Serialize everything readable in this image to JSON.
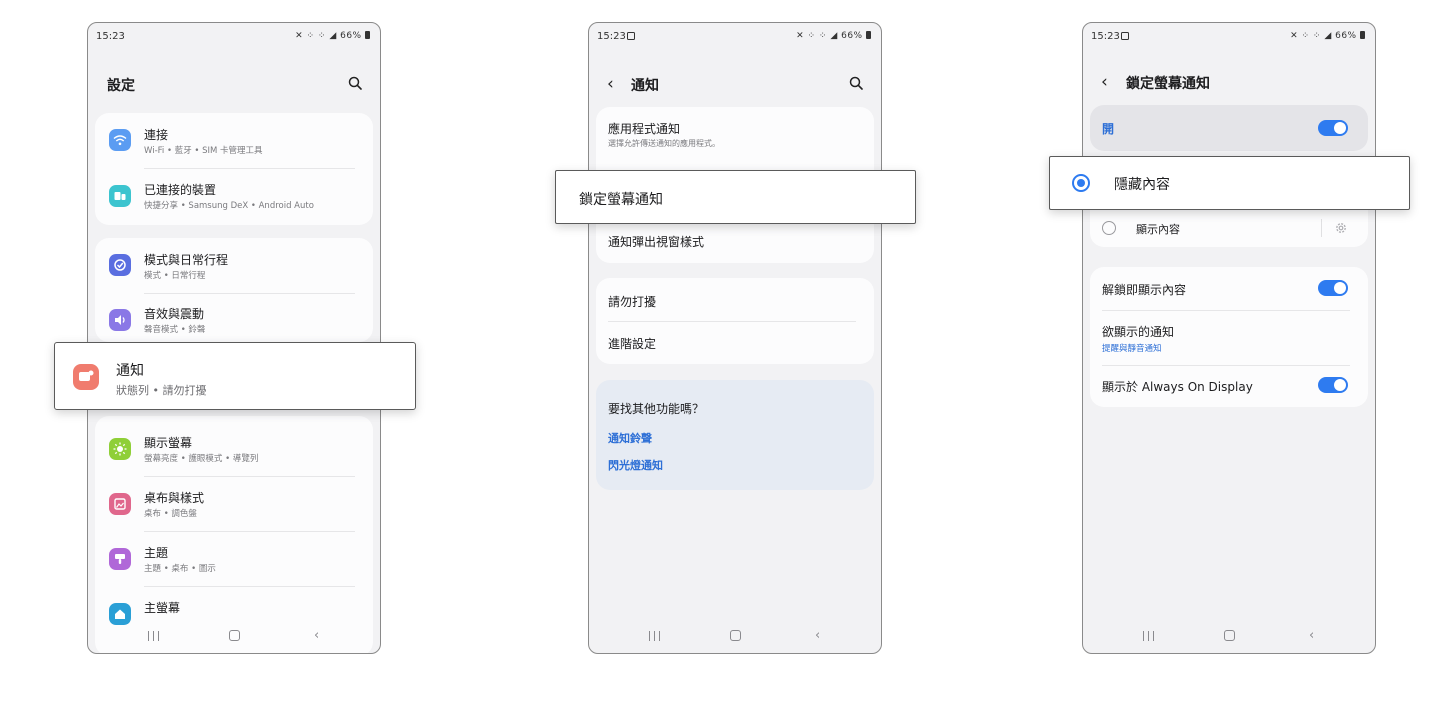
{
  "colors": {
    "accent": "#2e7bf0",
    "link": "#2d6fd6",
    "background": "#f2f2f4",
    "card": "#fcfcfd"
  },
  "screen1": {
    "status": {
      "time": "15:23",
      "right": "66%"
    },
    "title": "設定",
    "items": [
      {
        "icon": "wifi-icon",
        "label": "連接",
        "sub": "Wi-Fi • 藍牙 • SIM 卡管理工具"
      },
      {
        "icon": "connected-devices-icon",
        "label": "已連接的裝置",
        "sub": "快捷分享 • Samsung DeX • Android Auto"
      },
      {
        "icon": "modes-routines-icon",
        "label": "模式與日常行程",
        "sub": "模式 • 日常行程"
      },
      {
        "icon": "sound-icon",
        "label": "音效與震動",
        "sub": "聲音模式 • 鈴聲"
      },
      {
        "icon": "notification-icon",
        "label": "通知",
        "sub": "狀態列 • 請勿打擾"
      },
      {
        "icon": "display-icon",
        "label": "顯示螢幕",
        "sub": "螢幕亮度 • 護眼模式 • 導覽列"
      },
      {
        "icon": "wallpaper-icon",
        "label": "桌布與樣式",
        "sub": "桌布 • 調色盤"
      },
      {
        "icon": "themes-icon",
        "label": "主題",
        "sub": "主題 • 桌布 • 圖示"
      },
      {
        "icon": "home-screen-icon",
        "label": "主螢幕",
        "sub": ""
      }
    ]
  },
  "screen2": {
    "status": {
      "time": "15:23",
      "right": "66%"
    },
    "title": "通知",
    "app_notifications": {
      "label": "應用程式通知",
      "sub": "選擇允許傳送通知的應用程式。"
    },
    "lock_screen": {
      "label": "鎖定螢幕通知"
    },
    "popup_style": {
      "label": "通知彈出視窗樣式"
    },
    "dnd": {
      "label": "請勿打擾"
    },
    "advanced": {
      "label": "進階設定"
    },
    "looking": {
      "title": "要找其他功能嗎？",
      "links": [
        "通知鈴聲",
        "閃光燈通知"
      ]
    }
  },
  "screen3": {
    "status": {
      "time": "15:23",
      "right": "66%"
    },
    "title": "鎖定螢幕通知",
    "master": {
      "label": "開",
      "on": true
    },
    "hide_content": {
      "label": "隱藏內容",
      "selected": true
    },
    "show_content": {
      "label": "顯示內容",
      "selected": false
    },
    "show_on_unlock": {
      "label": "解鎖即顯示內容",
      "on": true
    },
    "notifications_to_show": {
      "label": "欲顯示的通知",
      "sub": "提醒與靜音通知"
    },
    "aod": {
      "label": "顯示於 Always On Display",
      "on": true
    }
  }
}
